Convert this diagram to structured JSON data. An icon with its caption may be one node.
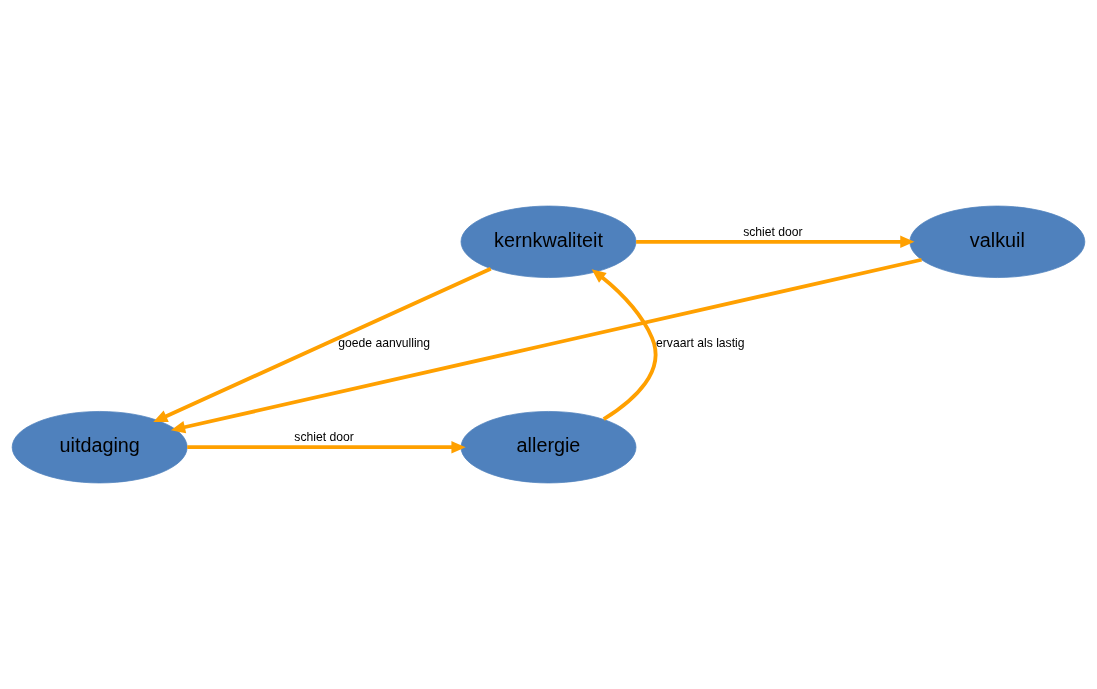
{
  "diagram": {
    "nodes": [
      {
        "text": [
          "kernkwaliteit"
        ]
      },
      {
        "text": [
          "valkuil"
        ]
      },
      {
        "text": [
          "uitdaging"
        ]
      },
      {
        "text": [
          "allergie"
        ]
      }
    ],
    "edges": [
      {
        "from": 0,
        "to": 1,
        "arrow": "to",
        "label": "schiet door"
      },
      {
        "from": 1,
        "to": 2,
        "arrow": "to"
      },
      {
        "from": 0,
        "to": 2,
        "arrow": "to",
        "label": "goede aanvulling"
      },
      {
        "from": 2,
        "to": 3,
        "arrow": "to",
        "label": "schiet door"
      },
      {
        "from": 3,
        "to": 0,
        "arrow": "to",
        "label": "ervaart als lastig"
      }
    ]
  }
}
